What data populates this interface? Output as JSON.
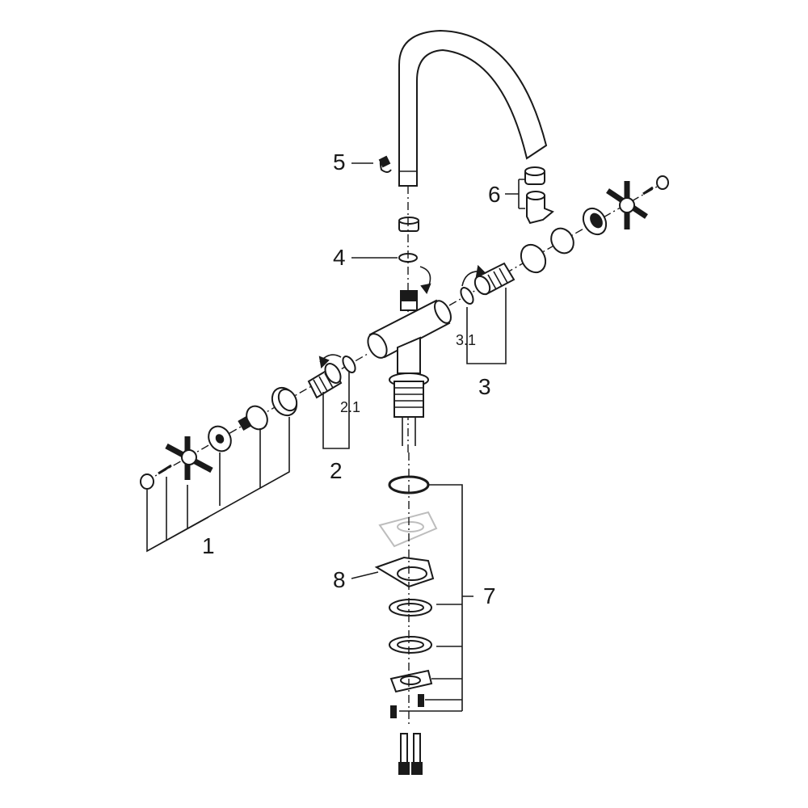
{
  "labels": {
    "l1": "1",
    "l2": "2",
    "l2_1": "2.1",
    "l3": "3",
    "l3_1": "3.1",
    "l4": "4",
    "l5": "5",
    "l6": "6",
    "l7": "7",
    "l8": "8"
  }
}
